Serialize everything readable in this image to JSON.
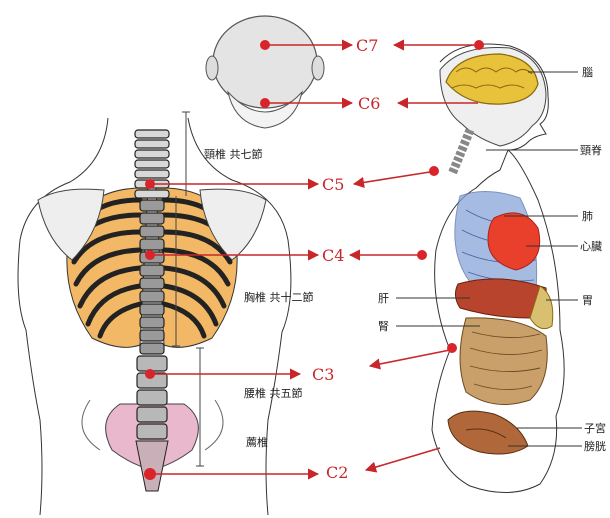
{
  "levels": [
    {
      "id": "c7",
      "label": "C7"
    },
    {
      "id": "c6",
      "label": "C6"
    },
    {
      "id": "c5",
      "label": "C5"
    },
    {
      "id": "c4",
      "label": "C4"
    },
    {
      "id": "c3",
      "label": "C3"
    },
    {
      "id": "c2",
      "label": "C2"
    }
  ],
  "spine_labels": {
    "cervical": "頸椎 共七節",
    "thoracic": "胸椎 共十二節",
    "lumbar": "腰椎 共五節",
    "sacrum": "薦椎"
  },
  "organ_labels": {
    "brain": "腦",
    "cervical_spine": "頸脊",
    "lungs": "肺",
    "heart": "心臟",
    "liver": "肝",
    "kidney": "腎",
    "stomach": "胃",
    "uterus": "子宮",
    "bladder": "膀胱"
  },
  "colors": {
    "marker": "#d9242a",
    "arrow": "#c8262a",
    "ribs": "#f2b866",
    "brain": "#e8c23a",
    "heart": "#e8402a",
    "lungs": "#7f9fd6",
    "liver": "#b8442e",
    "intestine": "#c9a06a",
    "pelvis": "#e9b8cc"
  }
}
